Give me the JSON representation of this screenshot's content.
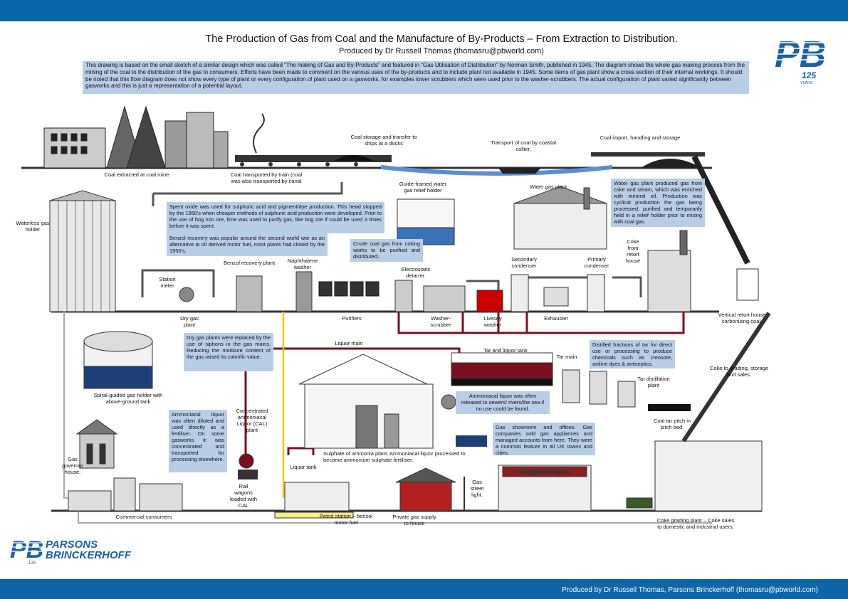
{
  "title": "The Production of Gas from Coal and the Manufacture of By-Products – From Extraction to Distribution.",
  "subtitle": "Produced by Dr Russell Thomas (thomasru@pbworld.com)",
  "intro": "This drawing is based on the small sketch of a similar design which was called “The making of Gas and By-Products” and featured in “Gas Utilisation of Distribution” by Norman Smith, published in 1945. The diagram shows the whole gas making process from the mining of the coal to the distribution of the gas to consumers. Efforts have been made to comment on the various uses of the by-products and to include plant not available in 1945. Some items of gas plant show a cross section of their internal workings. It should be noted that this flow diagram does not show every type of plant or every configuration of plant used on a gasworks, for examples tower scrubbers which were used prior to the washer-scrubbers. The actual configuration of plant varied significantly between gasworks and this is just a representation of a potential layout.",
  "footer_credit": "Produced by Dr Russell Thomas, Parsons Brinckerhoff (thomasru@pbworld.com)",
  "logo": {
    "letters": "PB",
    "years": "125",
    "years_word": "YEARS",
    "company_line1": "PARSONS",
    "company_line2": "BRINCKERHOFF"
  },
  "colors": {
    "blue_bar": "#0d66a8",
    "note_bg": "#b8cde6",
    "liquor_main": "#7a1020",
    "yellow_pipe": "#f2c300",
    "water": "#5a8fd0"
  },
  "labels": {
    "coal_mine": "Coal extracted at coal mine",
    "coal_train": "Coal transported by train (coal was also transported by canal",
    "coal_storage_docks": "Coal storage and transfer to ships at a docks",
    "coastal_collier": "Transport of coal by coastal collier.",
    "coal_import": "Coal import, handling and storage",
    "waterless_holder": "Waterless gas holder",
    "guide_framed": "Guide-framed water gas relief holder",
    "water_gas_plant": "Water gas plant",
    "coke_retort": "Coke from retort house",
    "secondary_condenser": "Secondary condenser",
    "primary_condenser": "Primary condenser",
    "benzol_plant": "Benzol recovery plant",
    "naphthalene_washer": "Naphthalene washer",
    "electrostatic": "Electrostatic detarrer.",
    "station_meter": "Station meter",
    "dry_gas_plant": "Dry gas plant",
    "purifiers": "Purifiers",
    "washer_scrubber": "Washer-scrubber",
    "livesey_washer": "Livesey washer",
    "exhauster": "Exhauster",
    "vertical_retort": "Vertical retort house carbonising coal.",
    "liquor_main": "Liquor main",
    "tar_liquor_tank": "Tar and liquor tank",
    "tar_main": "Tar main",
    "tar_distillation": "Tar distillation plant",
    "coal_tar_pitch": "Coal tar pitch in pitch bed.",
    "coke_grading_storage": "Coke to grading, storage and sales.",
    "spiral_holder": "Spiral-guided gas holder with above-ground tank",
    "cal_plant": "Concentrated ammoniacal Liquor (CAL) plant",
    "sulphate_plant": "Sulphate of ammonia plant. Ammoniacal liquor processed to become ammonium sulphate fertiliser.",
    "liquor_tank": "Liquor tank",
    "gas_governor": "Gas governor house.",
    "rail_wagons": "Rail wagons loaded with CAL",
    "commercial": "Commercial consumers",
    "petrol_station": "Petrol station – benzol motor fuel",
    "private_gas": "Private gas supply to house",
    "gas_street_light": "Gas street light.",
    "showroom_sign": "Gas Light and Coke Co.",
    "coke_grading_plant": "Coke grading plant – Coke sales to domestic and industrial users."
  },
  "notes": {
    "water_gas": "Water gas plant produced gas from coke and steam, which was enriched with mineral oil. Production was cyclical production the gas being processed, purified and temporarily held in a relief holder prior to mixing with coal gas.",
    "spent_oxide": "Spent oxide was used for sulphuric acid and pigment/dye production. This head stopped by the 1950’s when cheaper methods of sulphuric acid production were developed. Prior to the use of bog iron ore, lime was used to purify gas, like bog ore if could be used 3 times before it was spent.",
    "benzol": "Benzol recovery was popular around the second world war as an alternative to oil derived motor fuel, most plants had closed by the 1950’s.",
    "crude_coal_gas": "Crude coal gas from coking works to be purified and distributed.",
    "dry_gas": "Dry gas plants were replaced by the use of siphons in the gas mains. Reducing the moisture content of the gas raised its calorific value.",
    "distilled_tar": "Distilled fractions of tar for direct use or processing to produce chemicals such as creosote, aniline dyes & antiseptics.",
    "ammoniacal_sewers": "Ammoniacal liquor was often released to sewers/ rivers/the sea if no use could be found.",
    "ammoniacal_fertiliser": "Ammoniacal liquor was often diluted and used directly as a fertiliser. On some gasworks it was concentrated and transported for processing elsewhere.",
    "showroom": "Gas showroom and offices. Gas companies sold gas appliances and managed accounts from here. They were a common feature in all UK towns and cities."
  }
}
